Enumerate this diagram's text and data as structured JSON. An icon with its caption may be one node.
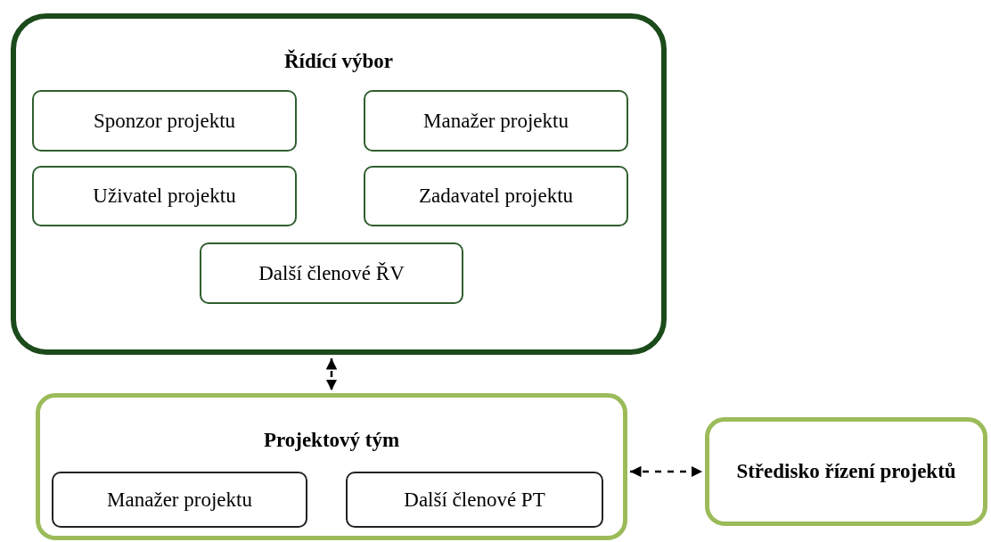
{
  "diagram": {
    "nodes": [
      {
        "text": [
          "Řídící výbor"
        ]
      },
      {
        "text": [
          "Sponzor projektu"
        ],
        "in": 0
      },
      {
        "text": [
          "Manažer projektu"
        ],
        "in": 0
      },
      {
        "text": [
          "Uživatel projektu"
        ],
        "in": 0
      },
      {
        "text": [
          "Zadavatel projektu"
        ],
        "in": 0
      },
      {
        "text": [
          "Další členové ŘV"
        ],
        "in": 0
      },
      {
        "text": [
          "Projektový tým"
        ]
      },
      {
        "text": [
          "Manažer projektu"
        ],
        "in": 6
      },
      {
        "text": [
          "Další členové PT"
        ],
        "in": 6
      },
      {
        "text": [
          "Středisko řízení projektů"
        ]
      }
    ],
    "edges": [
      {
        "from": 0,
        "to": 6,
        "arrow": "both",
        "style": "dashed"
      },
      {
        "from": 6,
        "to": 9,
        "arrow": "both",
        "style": "dashed"
      }
    ]
  }
}
